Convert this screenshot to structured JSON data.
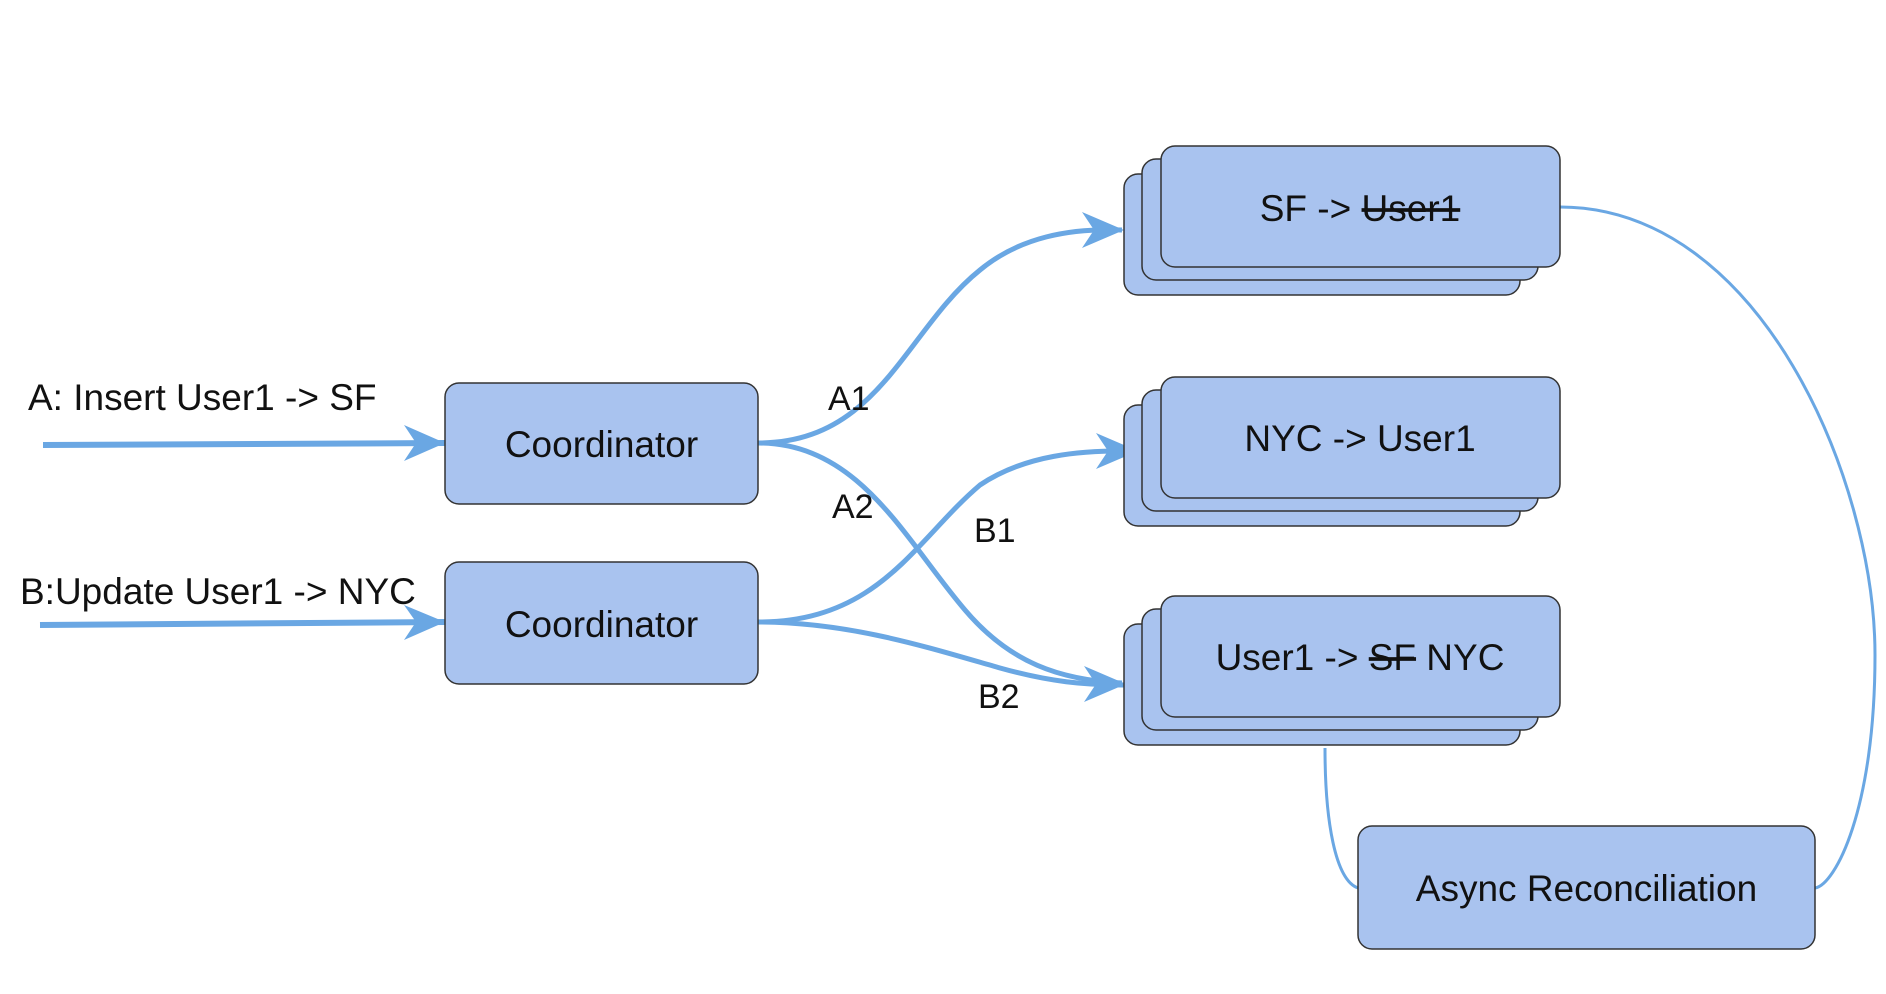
{
  "colors": {
    "box_fill": "#a9c3ef",
    "box_stroke": "#333333",
    "edge": "#6aa7e3",
    "text": "#111111"
  },
  "inputs": {
    "a": "A: Insert User1 -> SF",
    "b": "B:Update User1 -> NYC"
  },
  "coordinators": [
    {
      "label": "Coordinator"
    },
    {
      "label": "Coordinator"
    }
  ],
  "edge_labels": {
    "a1": "A1",
    "a2": "A2",
    "b1": "B1",
    "b2": "B2"
  },
  "replicas": {
    "sf": {
      "prefix": "SF -> ",
      "struck": "User1",
      "suffix": ""
    },
    "nyc": {
      "prefix": "NYC -> User1",
      "struck": "",
      "suffix": ""
    },
    "user1": {
      "prefix": "User1 -> ",
      "struck": "SF",
      "suffix": " NYC"
    }
  },
  "reconciliation": {
    "label": "Async Reconciliation"
  }
}
